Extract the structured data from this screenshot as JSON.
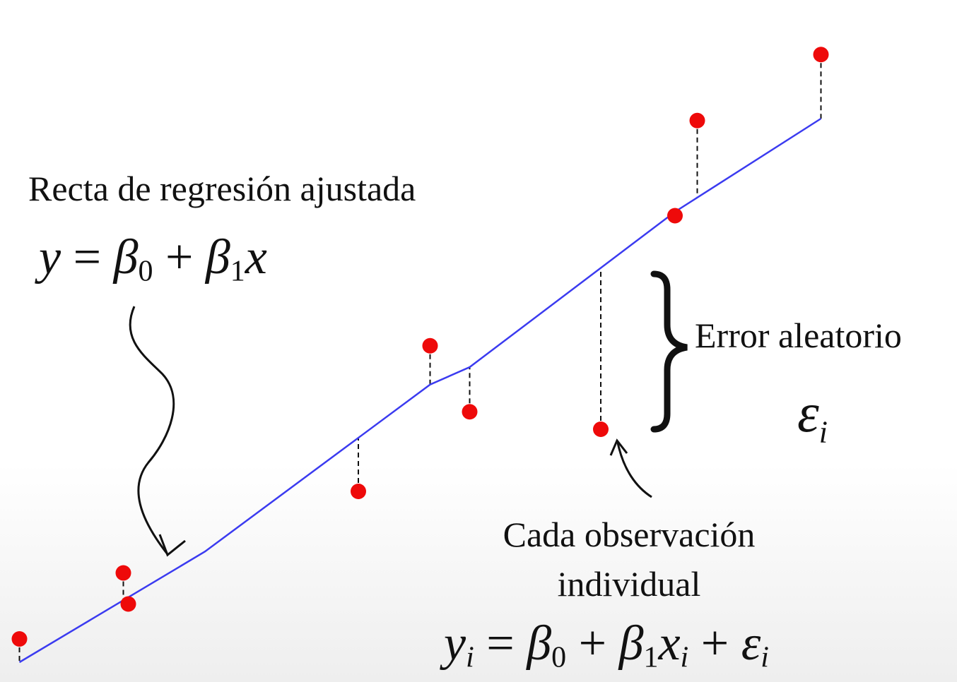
{
  "labels": {
    "fitted_line": "Recta de regresión ajustada",
    "random_error": "Error aleatorio",
    "observation": "Cada observación individual"
  },
  "equations": {
    "fitted": {
      "y": "y",
      "eq": "=",
      "b": "β",
      "s0": "0",
      "plus": "+",
      "s1": "1",
      "x": "x"
    },
    "observed": {
      "y": "y",
      "si": "i",
      "eq": "=",
      "b": "β",
      "s0": "0",
      "plus": "+",
      "s1": "1",
      "x": "x",
      "e": "ε"
    }
  },
  "error_symbol": {
    "char": "ε",
    "sub": "i"
  },
  "colors": {
    "line": "#3b3bf0",
    "points": "#ee0a0a",
    "residuals": "#111111"
  },
  "chart_data": {
    "type": "scatter",
    "points": [
      {
        "x": 0.5,
        "y": 2.0
      },
      {
        "x": 4.7,
        "y": 5.4
      },
      {
        "x": 4.9,
        "y": 3.8
      },
      {
        "x": 14.2,
        "y": 9.6
      },
      {
        "x": 17.1,
        "y": 17.1
      },
      {
        "x": 18.7,
        "y": 13.7
      },
      {
        "x": 24.0,
        "y": 12.8
      },
      {
        "x": 27.0,
        "y": 23.8
      },
      {
        "x": 27.9,
        "y": 28.7
      },
      {
        "x": 32.9,
        "y": 32.1
      }
    ],
    "fitted_line": [
      {
        "x": 0.5,
        "y": 0.8
      },
      {
        "x": 8.0,
        "y": 6.5
      },
      {
        "x": 17.1,
        "y": 15.1
      },
      {
        "x": 18.7,
        "y": 16.0
      },
      {
        "x": 27.0,
        "y": 24.0
      },
      {
        "x": 32.9,
        "y": 28.8
      }
    ]
  }
}
